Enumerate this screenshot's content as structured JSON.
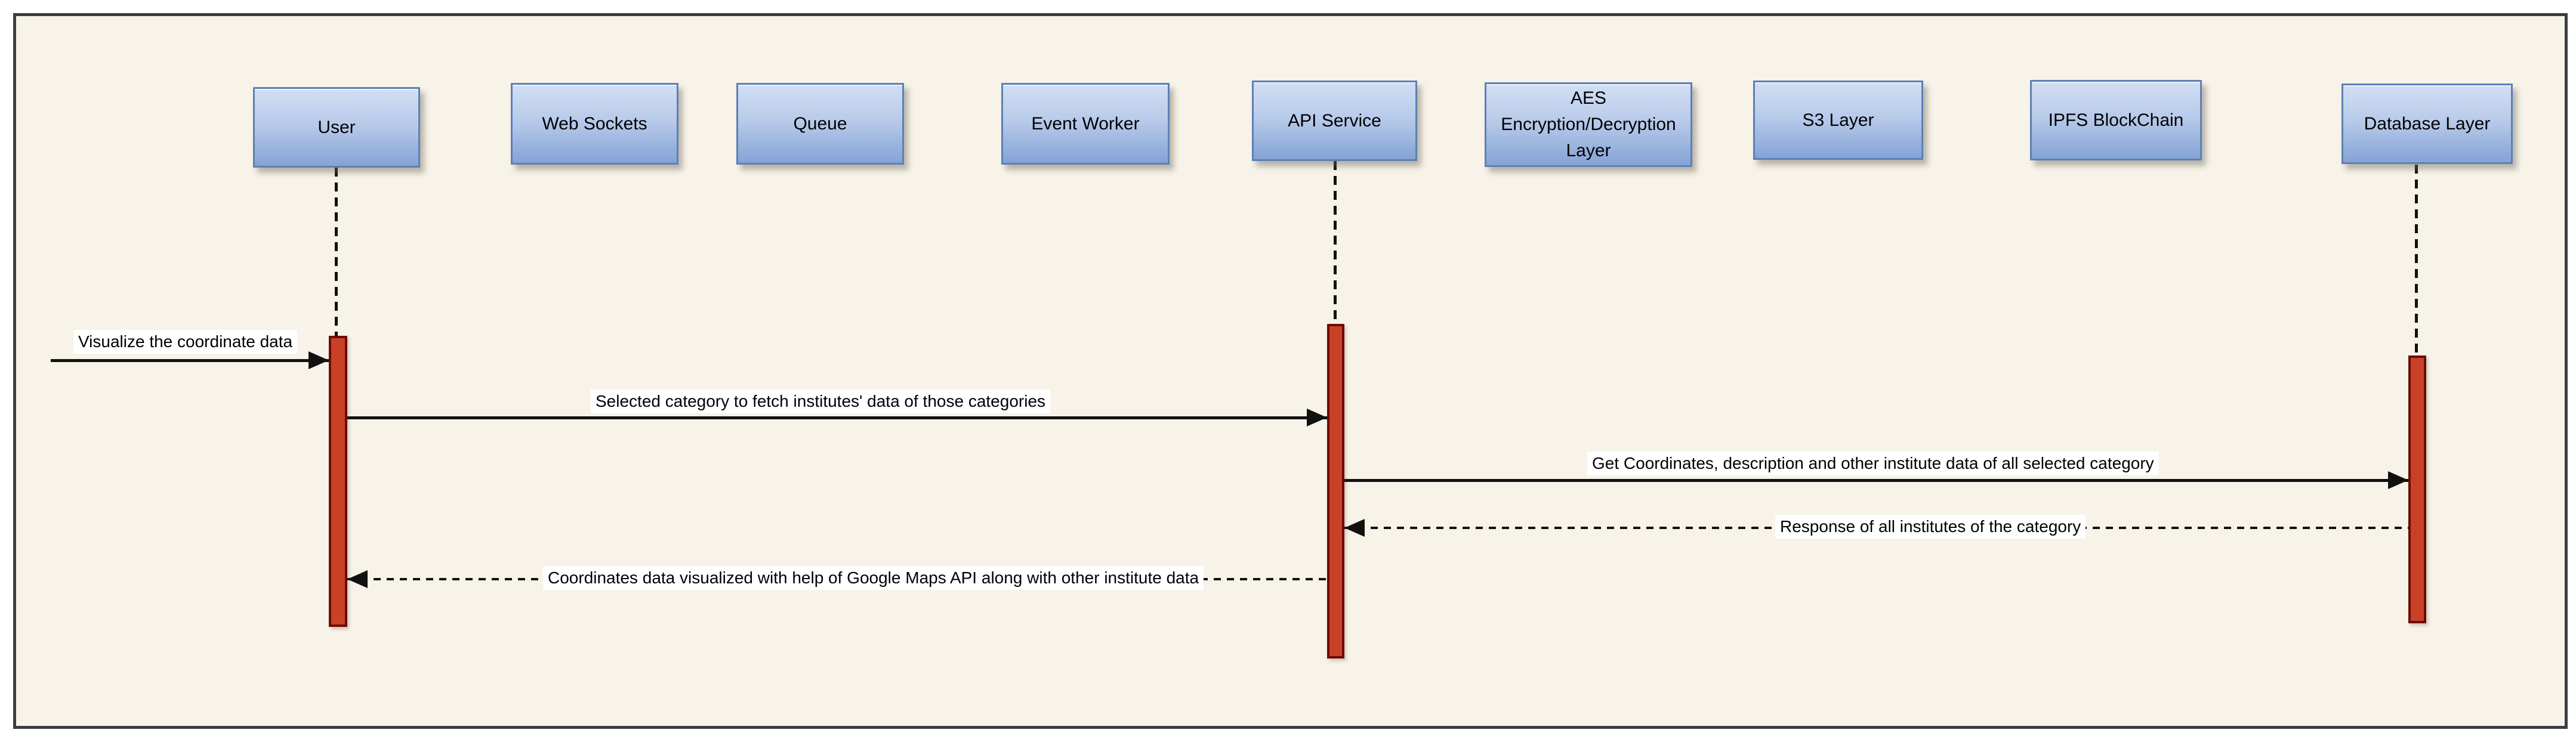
{
  "colors": {
    "page_bg": "#ffffff",
    "canvas_bg": "#f7f3e9",
    "frame_border": "#3a3d41",
    "actor_fill_top": "#d2dff4",
    "actor_fill_bottom": "#84a3d6",
    "actor_border": "#5d80b6",
    "activation_fill": "#c84127",
    "activation_border": "#6d0b01",
    "line_color": "#111111",
    "label_bg": "#ffffff",
    "text_color": "#000000"
  },
  "actors": [
    {
      "label": "User"
    },
    {
      "label": "Web Sockets"
    },
    {
      "label": "Queue"
    },
    {
      "label": "Event Worker"
    },
    {
      "label": "API Service"
    },
    {
      "label": "AES Encryption/Decryption Layer"
    },
    {
      "label": "S3 Layer"
    },
    {
      "label": "IPFS BlockChain"
    },
    {
      "label": "Database Layer"
    }
  ],
  "messages": [
    {
      "label": "Visualize the coordinate data",
      "from": "external",
      "to": "User",
      "line": "solid",
      "direction": "right"
    },
    {
      "label": "Selected category to fetch institutes' data of those categories",
      "from": "User",
      "to": "API Service",
      "line": "solid",
      "direction": "right"
    },
    {
      "label": "Get Coordinates, description and other institute data of all selected category",
      "from": "API Service",
      "to": "Database Layer",
      "line": "solid",
      "direction": "right"
    },
    {
      "label": "Response of all institutes of the category",
      "from": "Database Layer",
      "to": "API Service",
      "line": "dashed",
      "direction": "left"
    },
    {
      "label": "Coordinates data visualized with help of Google Maps API along with other institute data",
      "from": "API Service",
      "to": "User",
      "line": "dashed",
      "direction": "left"
    }
  ]
}
